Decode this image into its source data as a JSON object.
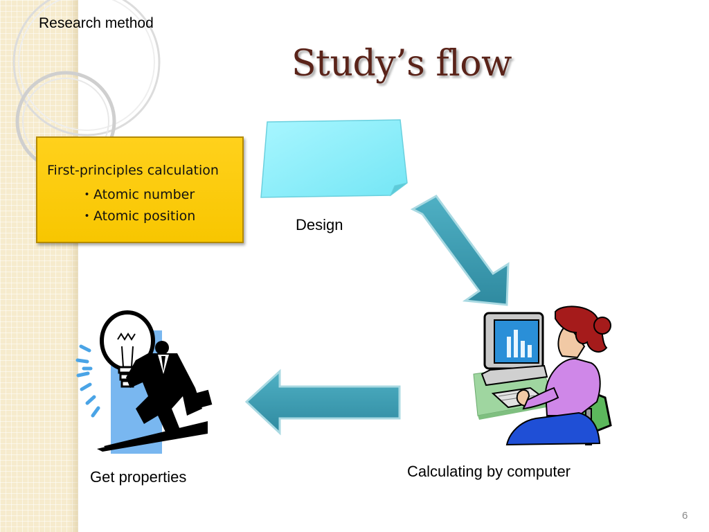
{
  "section_label": "Research method",
  "title": "Study’s flow",
  "info_box": {
    "heading": "First-principles calculation",
    "items": [
      "・Atomic number",
      "・Atomic position"
    ]
  },
  "labels": {
    "design": "Design",
    "calculating": "Calculating by computer",
    "get_properties": "Get properties"
  },
  "page_number": "6",
  "colors": {
    "title": "#5a2319",
    "info_box": "#ffd11c",
    "arrow": "#3e9bb0",
    "design_shape": "#8ef0f8",
    "background_strip": "#f6ebcd"
  }
}
